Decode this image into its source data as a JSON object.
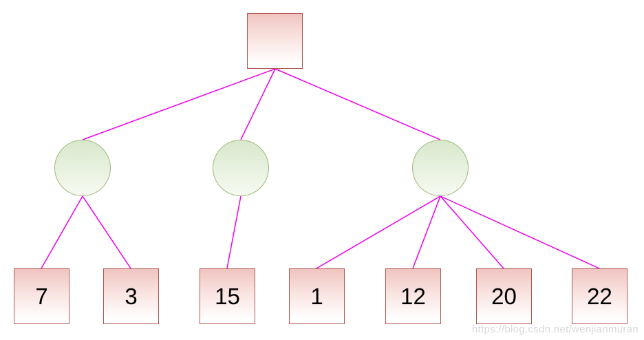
{
  "diagram": {
    "type": "tree",
    "root": {
      "id": "root",
      "shape": "square",
      "label": ""
    },
    "branches": [
      {
        "id": "branch-1",
        "shape": "circle",
        "label": "",
        "children": [
          "7",
          "3"
        ]
      },
      {
        "id": "branch-2",
        "shape": "circle",
        "label": "",
        "children": [
          "15"
        ]
      },
      {
        "id": "branch-3",
        "shape": "circle",
        "label": "",
        "children": [
          "1",
          "12",
          "20",
          "22"
        ]
      }
    ],
    "leaves": [
      {
        "label": "7",
        "parent": "branch-1"
      },
      {
        "label": "3",
        "parent": "branch-1"
      },
      {
        "label": "15",
        "parent": "branch-2"
      },
      {
        "label": "1",
        "parent": "branch-3"
      },
      {
        "label": "12",
        "parent": "branch-3"
      },
      {
        "label": "20",
        "parent": "branch-3"
      },
      {
        "label": "22",
        "parent": "branch-3"
      }
    ],
    "edges": [
      {
        "from": "root",
        "to": "branch-1"
      },
      {
        "from": "root",
        "to": "branch-2"
      },
      {
        "from": "root",
        "to": "branch-3"
      },
      {
        "from": "branch-1",
        "to": "7"
      },
      {
        "from": "branch-1",
        "to": "3"
      },
      {
        "from": "branch-2",
        "to": "15"
      },
      {
        "from": "branch-3",
        "to": "1"
      },
      {
        "from": "branch-3",
        "to": "12"
      },
      {
        "from": "branch-3",
        "to": "20"
      },
      {
        "from": "branch-3",
        "to": "22"
      }
    ]
  },
  "watermark": {
    "text": "https://blog.csdn.net/wenjianmuran"
  },
  "colors": {
    "edge_line": "#ee00ee",
    "square_border": "#b0564f",
    "square_fill_top": "#f0c4c0",
    "square_fill_bottom": "#ffffff",
    "circle_border": "#9aba78",
    "circle_fill_top": "#d8e8cc",
    "circle_fill_bottom": "#f7faf2",
    "label_text": "#000000",
    "watermark_text": "#d9d9d9"
  }
}
